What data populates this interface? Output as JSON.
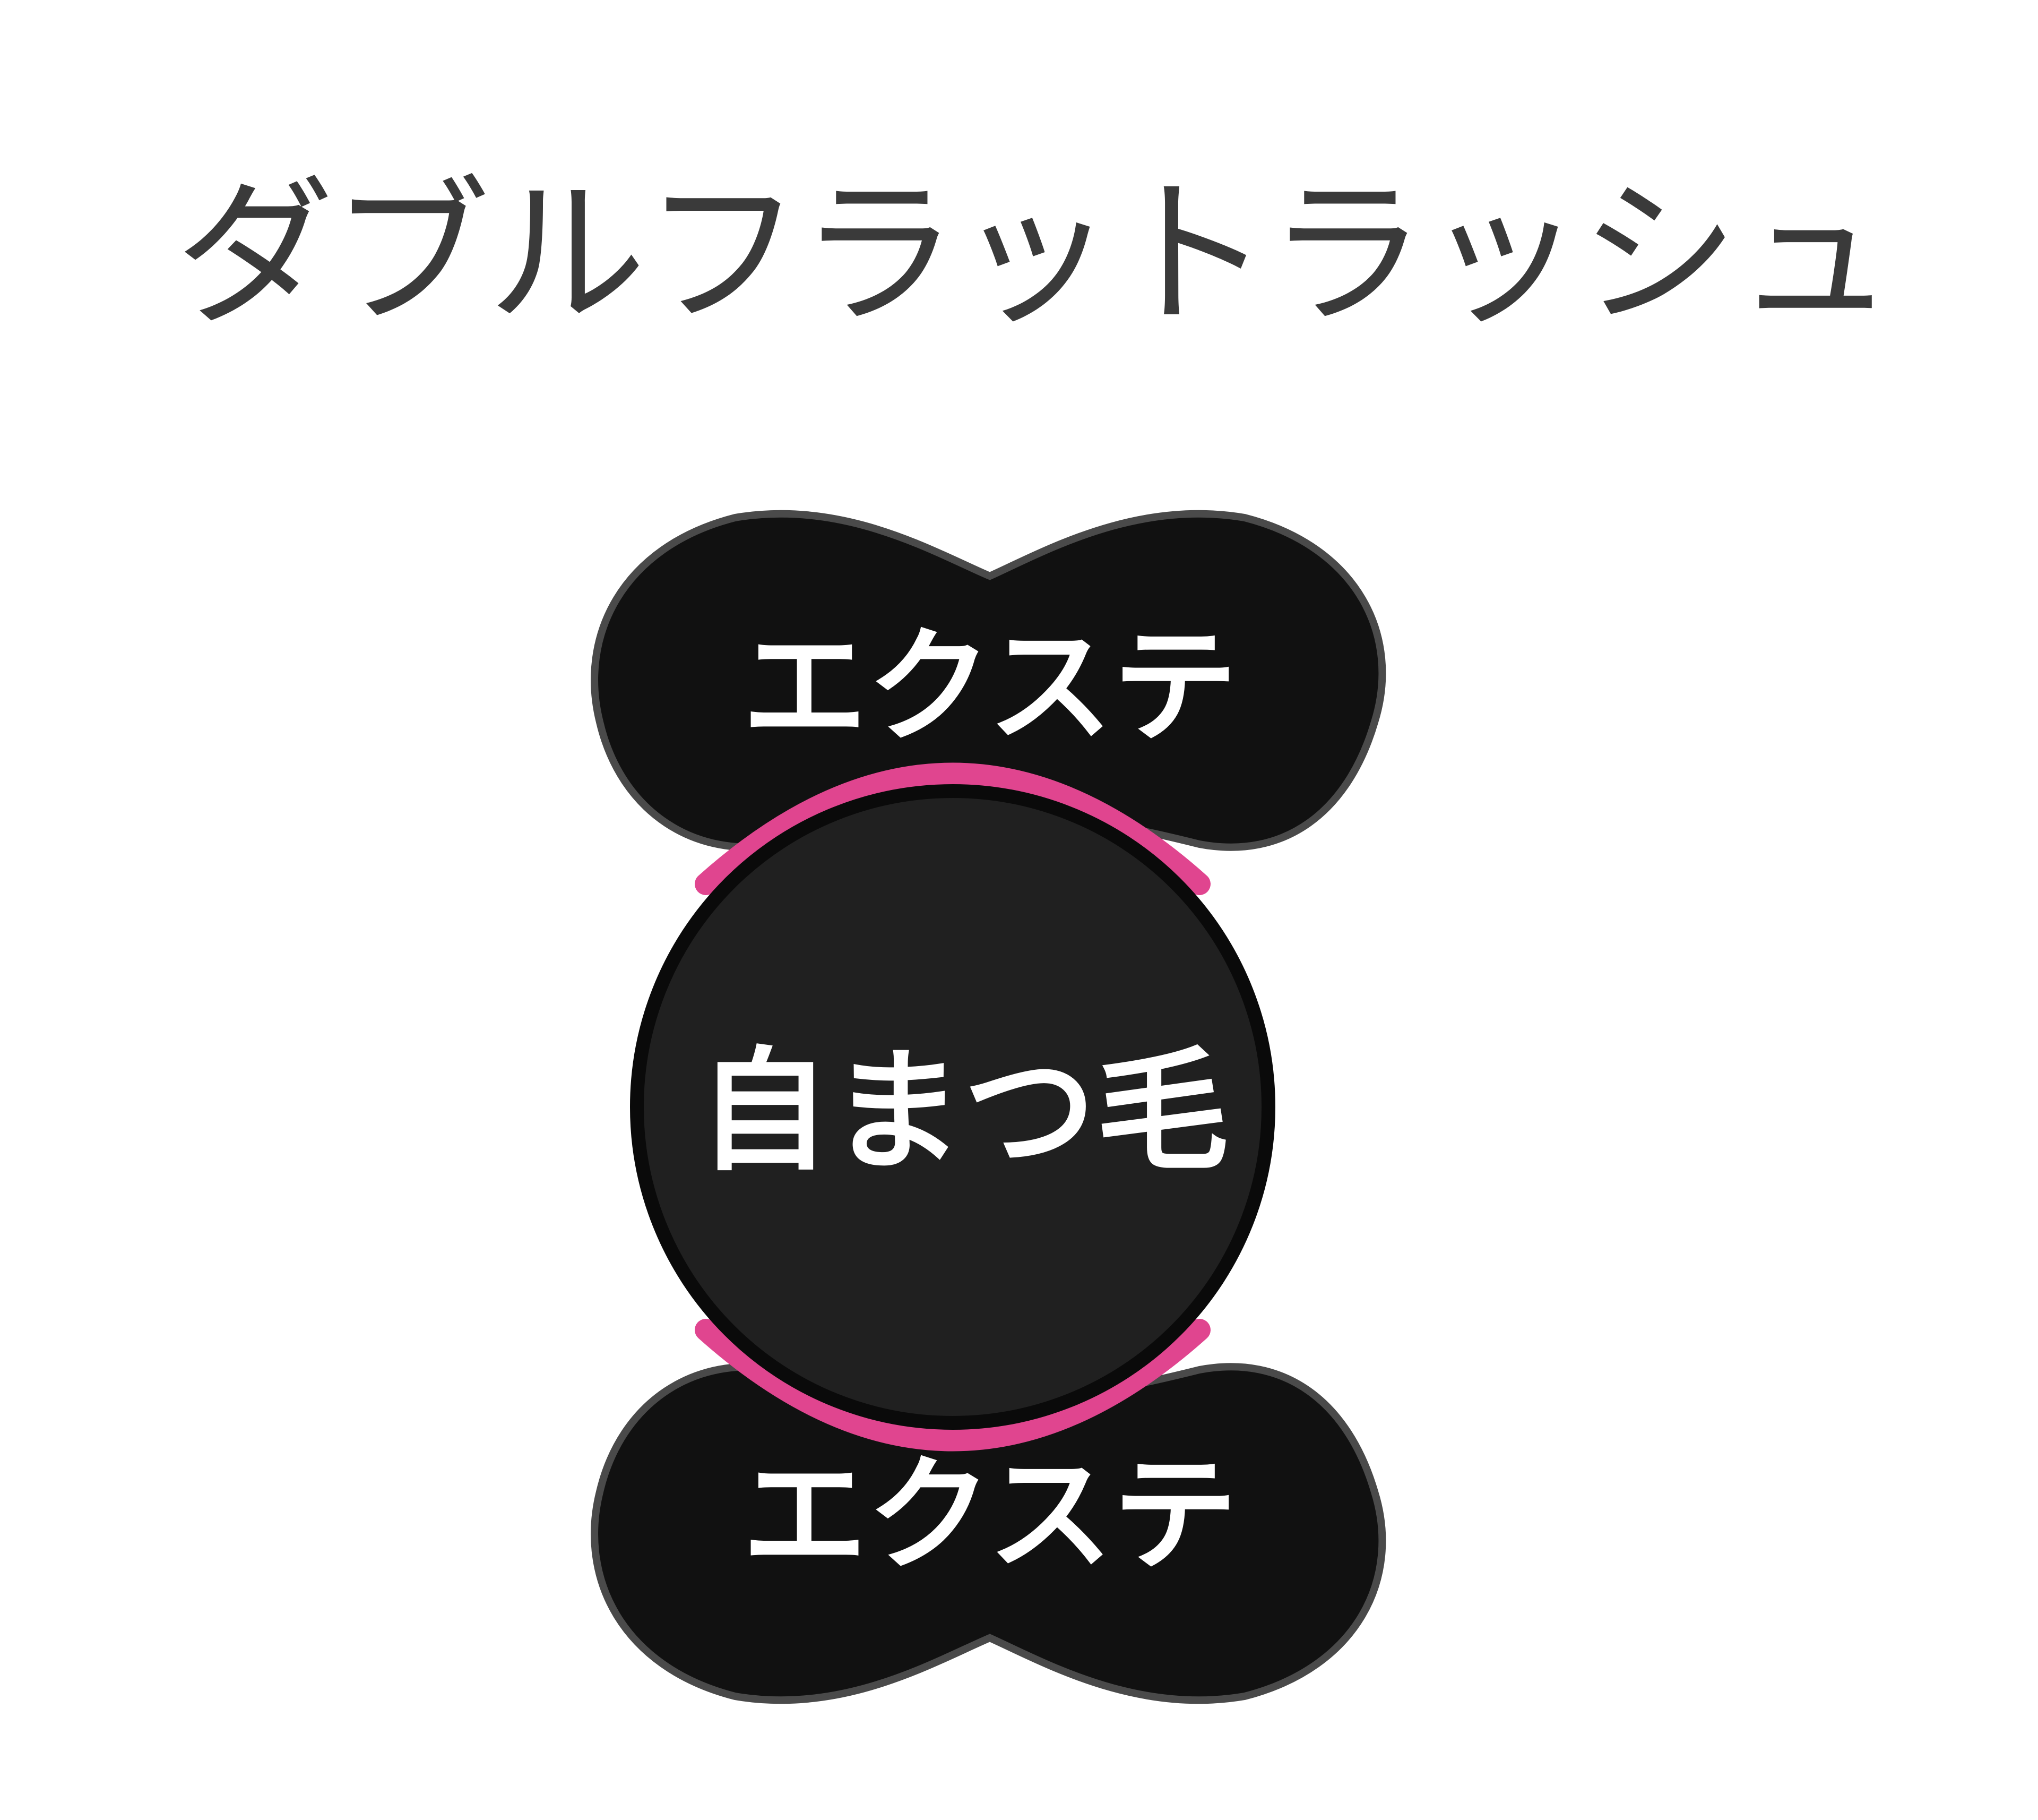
{
  "title": "ダブルフラットラッシュ",
  "labels": {
    "top_extension": "エクステ",
    "natural_lash": "自まつ毛",
    "bottom_extension": "エクステ"
  },
  "colors": {
    "background": "#ffffff",
    "shape_fill": "#111111",
    "center_fill": "#202020",
    "outline": "#4a4a4a",
    "accent": "#e0458f",
    "label": "#ffffff",
    "title": "#3a3a3a"
  }
}
